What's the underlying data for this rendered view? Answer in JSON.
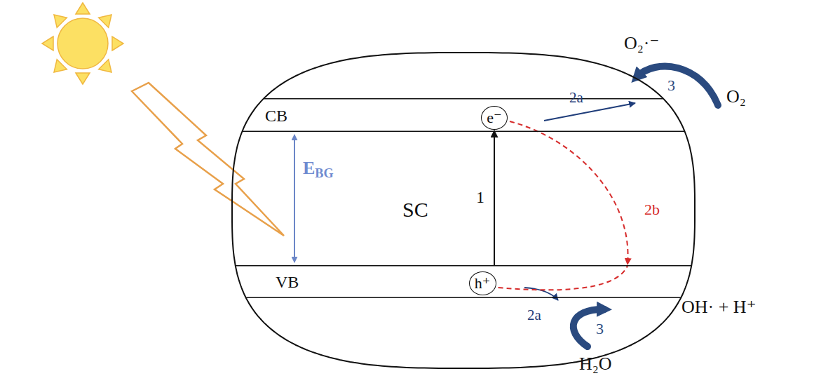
{
  "diagram": {
    "nodes": [
      {
        "text": [
          "SC"
        ]
      },
      {
        "text": [
          "CB"
        ],
        "in": 0
      },
      {
        "text": [
          "VB"
        ],
        "in": 0
      },
      {
        "text": [
          "e⁻"
        ],
        "in": 1
      },
      {
        "text": [
          "h⁺"
        ],
        "in": 2
      }
    ],
    "edges": [
      {
        "from": 2,
        "to": 3,
        "arrow": "to",
        "label": "1"
      },
      {
        "from": 3,
        "to": 2,
        "arrow": "to",
        "label": "2b"
      },
      {
        "from": 4,
        "to": 2,
        "arrow": "none"
      }
    ],
    "labels": [
      "EBG",
      "2a",
      "2a",
      "3",
      "3",
      "O₂·⁻",
      "O₂",
      "OH· + H⁺",
      "H₂O"
    ]
  }
}
